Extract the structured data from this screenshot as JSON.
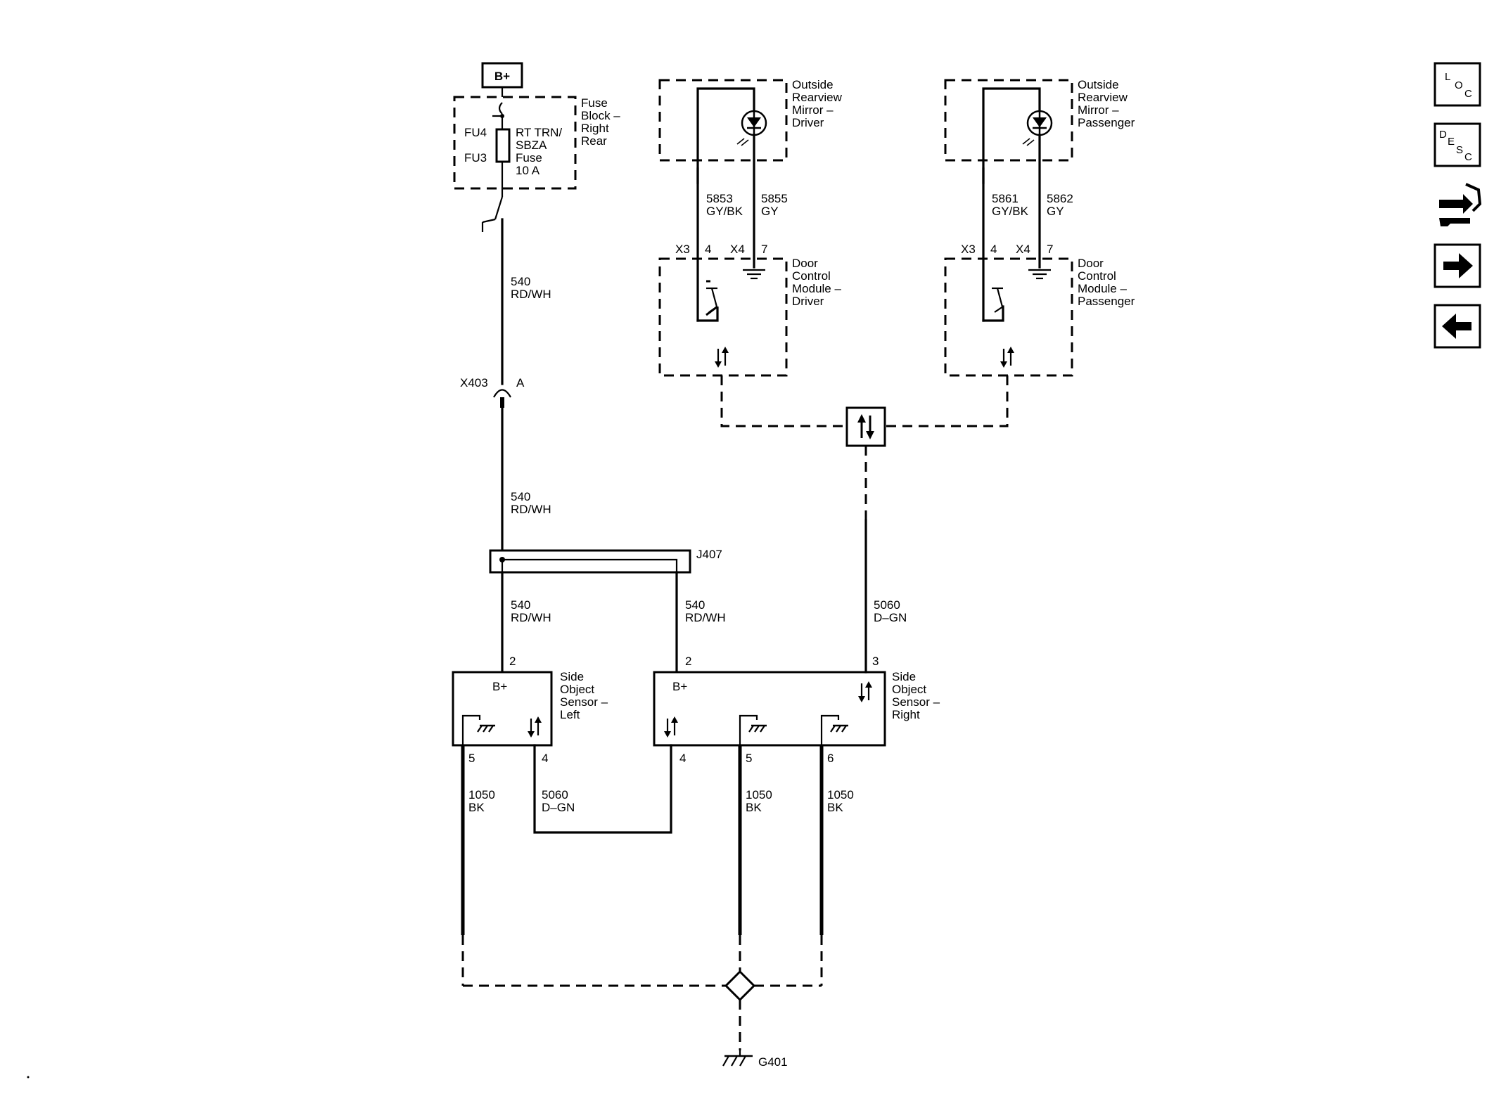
{
  "power": {
    "label": "B+"
  },
  "fuse_block": {
    "name_lines": [
      "Fuse",
      "Block –",
      "Right",
      "Rear"
    ],
    "fuse_ids": [
      "FU4",
      "FU3"
    ],
    "fuse_name_lines": [
      "RT TRN/",
      "SBZA",
      "Fuse",
      "10 A"
    ]
  },
  "mirror_driver": {
    "name_lines": [
      "Outside",
      "Rearview",
      "Mirror –",
      "Driver"
    ]
  },
  "mirror_passenger": {
    "name_lines": [
      "Outside",
      "Rearview",
      "Mirror –",
      "Passenger"
    ]
  },
  "dcm_driver": {
    "name_lines": [
      "Door",
      "Control",
      "Module –",
      "Driver"
    ]
  },
  "dcm_passenger": {
    "name_lines": [
      "Door",
      "Control",
      "Module –",
      "Passenger"
    ]
  },
  "connectors": {
    "x3": "X3",
    "x4": "X4",
    "x403": "X403",
    "x403_pin": "A",
    "j407": "J407",
    "g401": "G401"
  },
  "pins": {
    "p2": "2",
    "p3": "3",
    "p4": "4",
    "p5": "5",
    "p6": "6",
    "p7": "7"
  },
  "wires": {
    "w5853": {
      "num": "5853",
      "color": "GY/BK"
    },
    "w5855": {
      "num": "5855",
      "color": "GY"
    },
    "w5861": {
      "num": "5861",
      "color": "GY/BK"
    },
    "w5862": {
      "num": "5862",
      "color": "GY"
    },
    "w540": {
      "num": "540",
      "color": "RD/WH"
    },
    "w5060": {
      "num": "5060",
      "color": "D–GN"
    },
    "w1050": {
      "num": "1050",
      "color": "BK"
    }
  },
  "sensor_left": {
    "power_label": "B+",
    "name_lines": [
      "Side",
      "Object",
      "Sensor –",
      "Left"
    ]
  },
  "sensor_right": {
    "power_label": "B+",
    "name_lines": [
      "Side",
      "Object",
      "Sensor –",
      "Right"
    ]
  },
  "nav": {
    "loc": [
      "L",
      "O",
      "C"
    ],
    "desc": [
      "D",
      "E",
      "S",
      "C"
    ],
    "icons": [
      "connector-info-icon",
      "next-arrow-icon",
      "back-arrow-icon"
    ]
  }
}
